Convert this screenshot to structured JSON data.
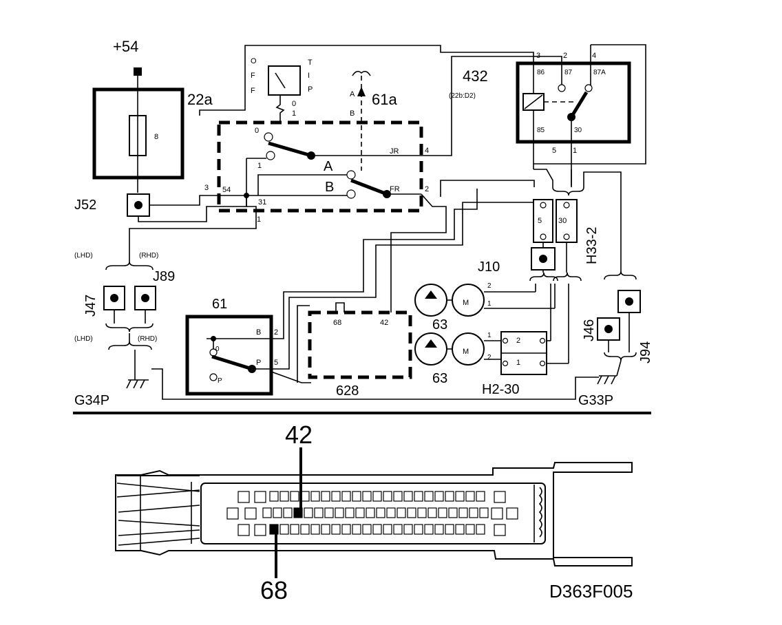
{
  "components": {
    "supply": "+54",
    "fuse_box": "22a",
    "fuse_number": "8",
    "connector_j52": "J52",
    "switch_ofs": "61a",
    "relay": "432",
    "relay_ref": "(22b:D2)",
    "relay_pins": [
      "86",
      "87",
      "87A",
      "85",
      "30"
    ],
    "relay_terminals": [
      "3",
      "2",
      "4",
      "5",
      "1"
    ],
    "connector_h33": "H33-2",
    "connector_j89": "J89",
    "connector_j47": "J47",
    "connector_j10": "J10",
    "connector_j46": "J46",
    "connector_j94": "J94",
    "switch_61": "61",
    "control_unit": "628",
    "motor_63_upper": "63",
    "motor_63_lower": "63",
    "connector_h2": "H2-30",
    "ground_g34p": "G34P",
    "ground_g33p": "G33P",
    "lhd": "(LHD)",
    "rhd": "(RHD)",
    "motor_letter": "M"
  },
  "switch_labels": {
    "ofs_column": [
      "O",
      "F",
      "F"
    ],
    "tip_column": [
      "T",
      "I",
      "P"
    ],
    "pos_0": "0",
    "pos_1": "1",
    "pin_0": "0",
    "pin_1": "1",
    "pin_a": "A",
    "pin_b": "B",
    "contact_a": "A",
    "contact_b": "B",
    "jr": "JR",
    "fr": "FR",
    "n54": "54",
    "n31": "31",
    "n3": "3",
    "n1": "1",
    "n4": "4",
    "n2": "2"
  },
  "switch61_labels": {
    "b": "B",
    "p": "P",
    "p_small": "P",
    "zero": "0",
    "two": "2",
    "five": "5"
  },
  "unit628_labels": {
    "p68": "68",
    "p42": "42"
  },
  "connector_labels": {
    "h33_5": "5",
    "h33_30": "30",
    "h2_2": "2",
    "h2_1": "1"
  },
  "motor_pins": {
    "upper_2": "2",
    "upper_1": "1",
    "lower_1": "1",
    "lower_2": "2"
  },
  "connector_view": {
    "pin_42": "42",
    "pin_68": "68"
  },
  "drawing_number": "D363F005"
}
